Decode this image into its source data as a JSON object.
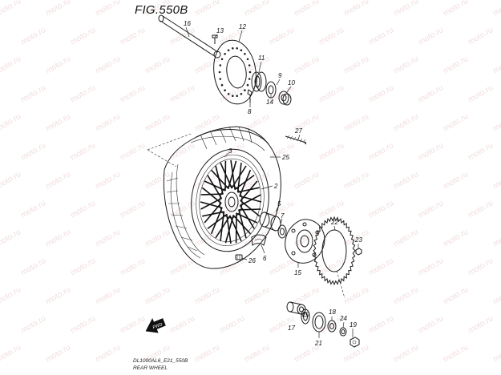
{
  "figure": {
    "title": "FIG.550B",
    "code": "DL1000AL6_E21_550B",
    "name": "REAR WHEEL",
    "watermark": "moto.ru",
    "fwd_label": "FWD"
  },
  "parts": [
    {
      "key": "p16",
      "label": "16",
      "name": "axle"
    },
    {
      "key": "p13",
      "label": "13",
      "name": "screw"
    },
    {
      "key": "p12",
      "label": "12",
      "name": "brake-disc"
    },
    {
      "key": "p11",
      "label": "11",
      "name": "spacer"
    },
    {
      "key": "p10",
      "label": "10",
      "name": "dust-seal"
    },
    {
      "key": "p9",
      "label": "9",
      "name": "bearing"
    },
    {
      "key": "p14",
      "label": "14",
      "name": "oil-seal"
    },
    {
      "key": "p8",
      "label": "8",
      "name": "bolt"
    },
    {
      "key": "p27",
      "label": "27",
      "name": "valve-stem"
    },
    {
      "key": "p3",
      "label": "3",
      "name": "valve"
    },
    {
      "key": "p25",
      "label": "25",
      "name": "tire"
    },
    {
      "key": "p2",
      "label": "2",
      "name": "wheel"
    },
    {
      "key": "p5",
      "label": "5",
      "name": "spacer"
    },
    {
      "key": "p7",
      "label": "7",
      "name": "bearing"
    },
    {
      "key": "p6",
      "label": "6",
      "name": "damper"
    },
    {
      "key": "p26",
      "label": "26",
      "name": "balancer"
    },
    {
      "key": "p22",
      "label": "22",
      "name": "sprocket"
    },
    {
      "key": "p23",
      "label": "23",
      "name": "nut"
    },
    {
      "key": "p15",
      "label": "15",
      "name": "sprocket-drum"
    },
    {
      "key": "p20",
      "label": "20",
      "name": "bearing"
    },
    {
      "key": "p18",
      "label": "18",
      "name": "spacer"
    },
    {
      "key": "p24",
      "label": "24",
      "name": "washer"
    },
    {
      "key": "p19",
      "label": "19",
      "name": "nut"
    },
    {
      "key": "p17",
      "label": "17",
      "name": "spacer"
    },
    {
      "key": "p21",
      "label": "21",
      "name": "oil-seal"
    }
  ]
}
